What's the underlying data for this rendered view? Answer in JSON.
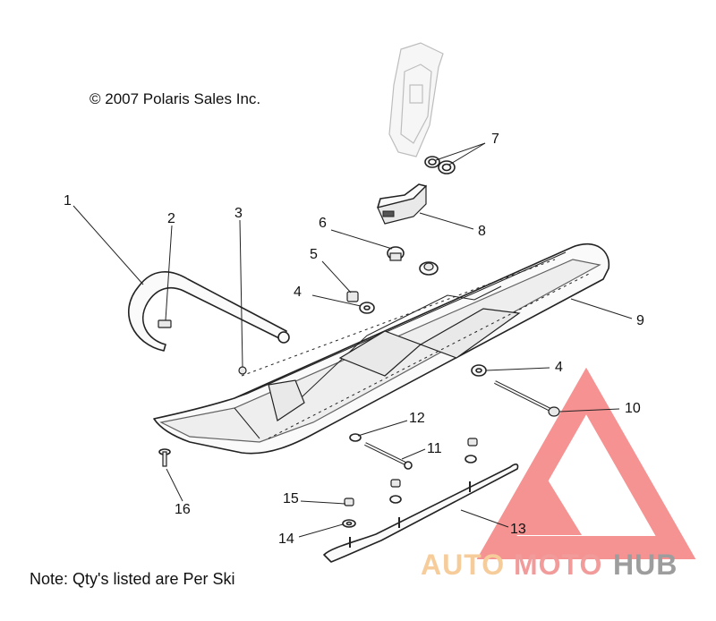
{
  "copyright": "© 2007 Polaris Sales Inc.",
  "note": "Note: Qty's listed are Per Ski",
  "callouts": [
    "1",
    "2",
    "3",
    "4",
    "5",
    "6",
    "7",
    "8",
    "9",
    "10",
    "11",
    "12",
    "13",
    "14",
    "15",
    "16",
    "4"
  ],
  "watermark": {
    "part1": "AUTO",
    "part2": "MOTO",
    "part3": "HUB",
    "colors": {
      "triangle": "#f47f7f",
      "auto": "#f5c48a",
      "moto": "#f08a8a",
      "hub": "#8d8d8d"
    }
  }
}
